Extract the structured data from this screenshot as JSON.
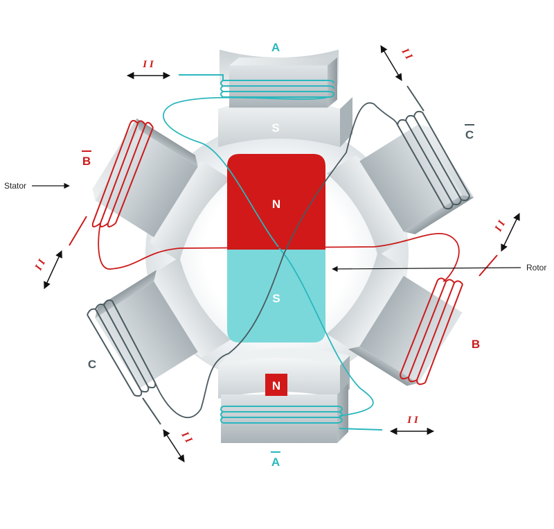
{
  "phases": {
    "A": {
      "label": "A",
      "color": "#2ab7bd"
    },
    "A_bar": {
      "label": "A",
      "color": "#2ab7bd"
    },
    "B": {
      "label": "B",
      "color": "#cc1a1a"
    },
    "B_bar": {
      "label": "B",
      "color": "#cc1a1a"
    },
    "C": {
      "label": "C",
      "color": "#4a5a60"
    },
    "C_bar": {
      "label": "C",
      "color": "#4a5a60"
    }
  },
  "current_label": "I I",
  "stator_pole_labels": {
    "top": "S",
    "bottom": "N"
  },
  "rotor": {
    "north": "N",
    "south": "S",
    "north_color": "#d21919",
    "south_color": "#7ad8da"
  },
  "annotations": {
    "stator": "Stator",
    "rotor": "Rotor"
  }
}
